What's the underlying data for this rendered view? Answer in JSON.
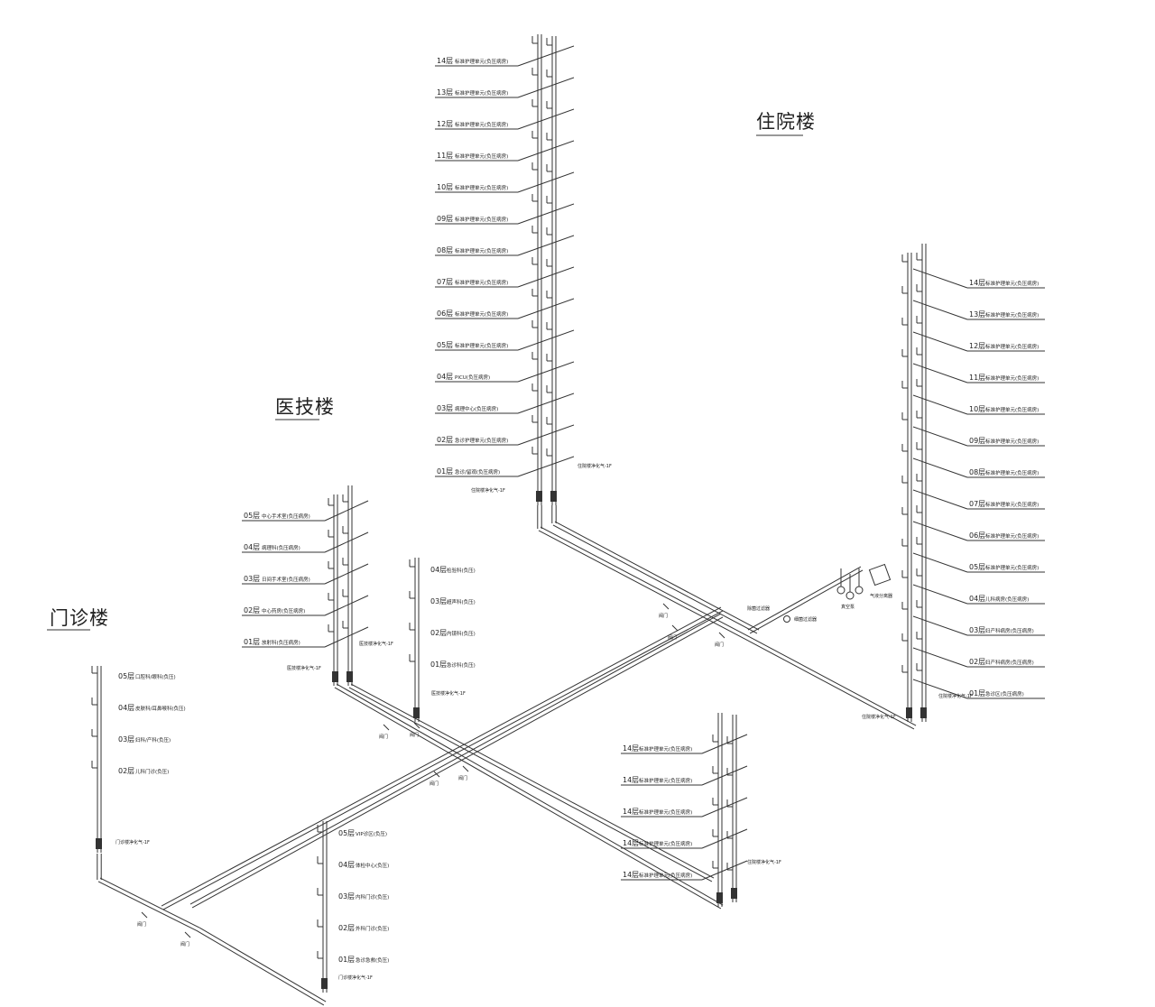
{
  "titles": {
    "inpatient": "住院楼",
    "medtech": "医技楼",
    "outpatient": "门诊楼"
  },
  "inpatient_left": {
    "floors": [
      {
        "floor": "14层",
        "desc": "标准护理单元(负压病房)"
      },
      {
        "floor": "13层",
        "desc": "标准护理单元(负压病房)"
      },
      {
        "floor": "12层",
        "desc": "标准护理单元(负压病房)"
      },
      {
        "floor": "11层",
        "desc": "标准护理单元(负压病房)"
      },
      {
        "floor": "10层",
        "desc": "标准护理单元(负压病房)"
      },
      {
        "floor": "09层",
        "desc": "标准护理单元(负压病房)"
      },
      {
        "floor": "08层",
        "desc": "标准护理单元(负压病房)"
      },
      {
        "floor": "07层",
        "desc": "标准护理单元(负压病房)"
      },
      {
        "floor": "06层",
        "desc": "标准护理单元(负压病房)"
      },
      {
        "floor": "05层",
        "desc": "标准护理单元(负压病房)"
      },
      {
        "floor": "04层",
        "desc": "PICU(负压病房)"
      },
      {
        "floor": "03层",
        "desc": "病理中心(负压病房)"
      },
      {
        "floor": "02层",
        "desc": "急诊护理单元(负压病房)"
      },
      {
        "floor": "01层",
        "desc": "急诊/留观(负压病房)"
      }
    ],
    "riser_note_right": "住院楼净化气-1F",
    "riser_note_left": "住院楼净化气-1F"
  },
  "inpatient_right": {
    "floors": [
      {
        "floor": "14层",
        "desc": "标准护理单元(负压病房)"
      },
      {
        "floor": "13层",
        "desc": "标准护理单元(负压病房)"
      },
      {
        "floor": "12层",
        "desc": "标准护理单元(负压病房)"
      },
      {
        "floor": "11层",
        "desc": "标准护理单元(负压病房)"
      },
      {
        "floor": "10层",
        "desc": "标准护理单元(负压病房)"
      },
      {
        "floor": "09层",
        "desc": "标准护理单元(负压病房)"
      },
      {
        "floor": "08层",
        "desc": "标准护理单元(负压病房)"
      },
      {
        "floor": "07层",
        "desc": "标准护理单元(负压病房)"
      },
      {
        "floor": "06层",
        "desc": "标准护理单元(负压病房)"
      },
      {
        "floor": "05层",
        "desc": "标准护理单元(负压病房)"
      },
      {
        "floor": "04层",
        "desc": "儿科病房(负压病房)"
      },
      {
        "floor": "03层",
        "desc": "妇产科病房(负压病房)"
      },
      {
        "floor": "02层",
        "desc": "妇产科病房(负压病房)"
      },
      {
        "floor": "01层",
        "desc": "急诊区(负压病房)"
      }
    ],
    "riser_note_right": "住院楼净化气-1F",
    "riser_note_left": "住院楼净化气-1F"
  },
  "medtech_a": {
    "floors": [
      {
        "floor": "05层",
        "desc": "中心手术室(负压病房)"
      },
      {
        "floor": "04层",
        "desc": "病理科(负压病房)"
      },
      {
        "floor": "03层",
        "desc": "日间手术室(负压病房)"
      },
      {
        "floor": "02层",
        "desc": "中心药房(负压病房)"
      },
      {
        "floor": "01层",
        "desc": "放射科(负压病房)"
      }
    ],
    "riser_note_right": "医技楼净化气-1F",
    "riser_note_left": "医技楼净化气-1F"
  },
  "medtech_b": {
    "floors": [
      {
        "floor": "04层",
        "desc": "检验科(负压)"
      },
      {
        "floor": "03层",
        "desc": "超声科(负压)"
      },
      {
        "floor": "02层",
        "desc": "内镜科(负压)"
      },
      {
        "floor": "01层",
        "desc": "急诊科(负压)"
      }
    ],
    "riser_note": "医技楼净化气-1F"
  },
  "outpatient_a": {
    "floors": [
      {
        "floor": "05层",
        "desc": "口腔科/眼科(负压)"
      },
      {
        "floor": "04层",
        "desc": "皮肤科/耳鼻喉科(负压)"
      },
      {
        "floor": "03层",
        "desc": "妇科/产科(负压)"
      },
      {
        "floor": "02层",
        "desc": "儿科门诊(负压)"
      }
    ],
    "riser_note": "门诊楼净化气-1F"
  },
  "outpatient_b": {
    "floors": [
      {
        "floor": "05层",
        "desc": "VIP诊区(负压)"
      },
      {
        "floor": "04层",
        "desc": "体检中心(负压)"
      },
      {
        "floor": "03层",
        "desc": "内科门诊(负压)"
      },
      {
        "floor": "02层",
        "desc": "外科门诊(负压)"
      },
      {
        "floor": "01层",
        "desc": "急诊急救(负压)"
      }
    ],
    "riser_note": "门诊楼净化气-1F"
  },
  "annex": {
    "floors": [
      {
        "floor": "14层",
        "desc": "标准护理单元(负压病房)"
      },
      {
        "floor": "14层",
        "desc": "标准护理单元(负压病房)"
      },
      {
        "floor": "14层",
        "desc": "标准护理单元(负压病房)"
      },
      {
        "floor": "14层",
        "desc": "标准护理单元(负压病房)"
      },
      {
        "floor": "14层",
        "desc": "标准护理单元(负压病房)"
      }
    ],
    "riser_note": "住院楼净化气-1F"
  },
  "valve_label": "阀门",
  "equipment": {
    "pump": "真空泵",
    "tank": "气液分离器",
    "filter_a": "细菌过滤器",
    "filter_b": "除菌过滤器"
  }
}
